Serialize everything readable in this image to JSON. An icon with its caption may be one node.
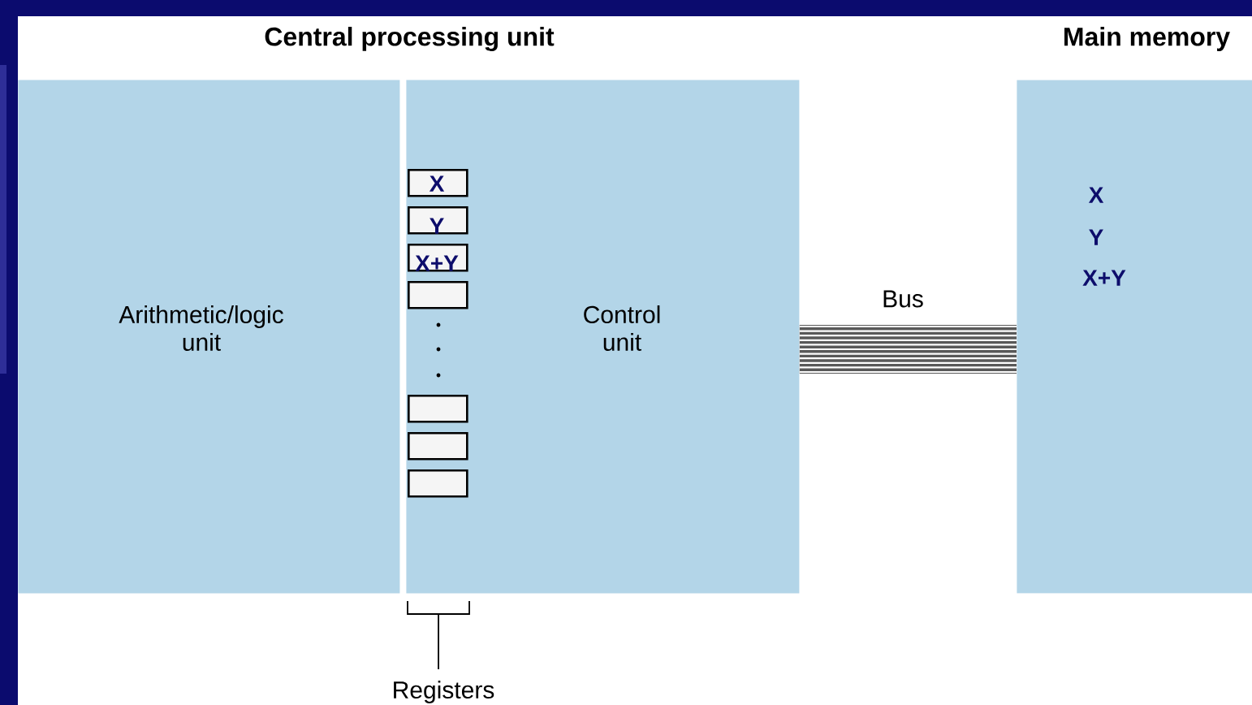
{
  "diagram": {
    "nodes": [
      {
        "text": [
          "Arithmetic/logic unit"
        ]
      },
      {
        "text": [
          "Control unit"
        ]
      },
      {
        "text": [
          "Main memory",
          "X",
          "Y",
          "X+Y"
        ]
      },
      {
        "text": [
          "X"
        ],
        "in": 1
      },
      {
        "text": [
          "Y"
        ],
        "in": 1
      },
      {
        "text": [
          "X+Y"
        ],
        "in": 1
      },
      {
        "text": [],
        "shape": "box",
        "in": 1
      },
      {
        "text": [],
        "shape": "box",
        "in": 1
      },
      {
        "text": [],
        "shape": "box",
        "in": 1
      },
      {
        "text": [],
        "shape": "box",
        "in": 1
      }
    ],
    "edges": [
      {
        "from": 1,
        "to": 2,
        "arrow": "none",
        "label": "Bus"
      }
    ],
    "labels": [
      "Central processing unit",
      "Registers"
    ]
  }
}
